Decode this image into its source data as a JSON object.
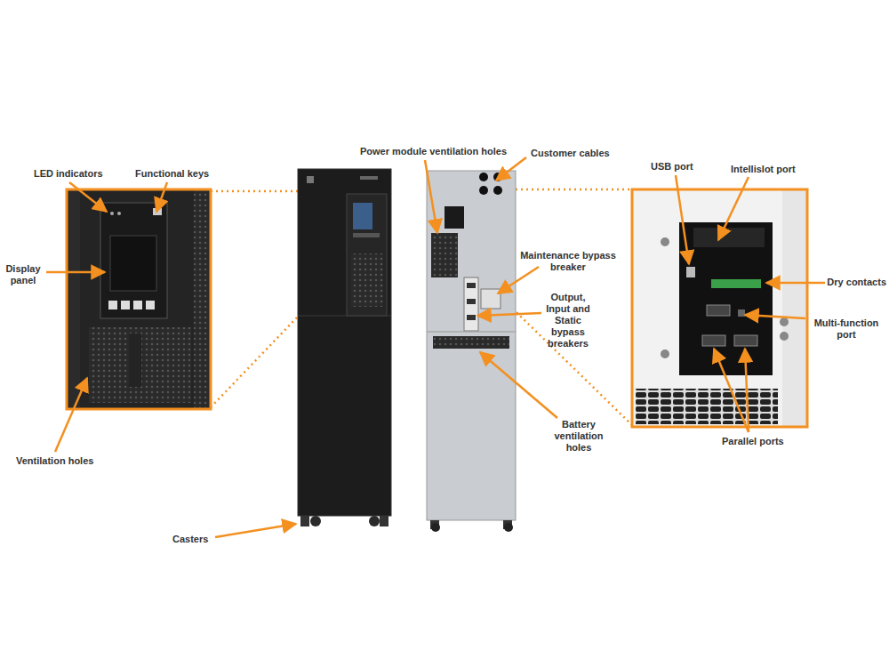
{
  "diagram": {
    "labels": [
      "LED indicators",
      "Functional keys",
      "Display panel",
      "Ventilation holes",
      "Casters",
      "Power module ventilation holes",
      "Customer cables",
      "Maintenance bypass breaker",
      "Output, Input and Static bypass breakers",
      "Battery ventilation holes",
      "USB port",
      "Intellislot port",
      "Dry contacts",
      "Multi-function port",
      "Parallel ports"
    ]
  }
}
